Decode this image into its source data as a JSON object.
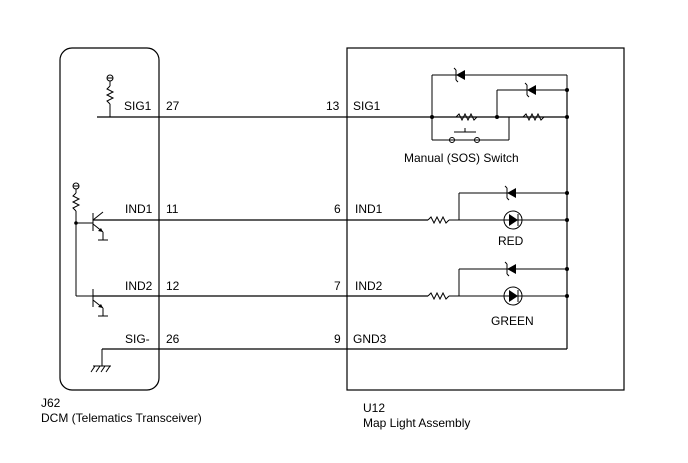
{
  "left_component": {
    "connector": "J62",
    "name": "DCM (Telematics Transceiver)"
  },
  "right_component": {
    "connector": "U12",
    "name": "Map Light Assembly"
  },
  "wires": [
    {
      "left_label": "SIG1",
      "left_pin": "27",
      "right_pin": "13",
      "right_label": "SIG1"
    },
    {
      "left_label": "IND1",
      "left_pin": "11",
      "right_pin": "6",
      "right_label": "IND1"
    },
    {
      "left_label": "IND2",
      "left_pin": "12",
      "right_pin": "7",
      "right_label": "IND2"
    },
    {
      "left_label": "SIG-",
      "left_pin": "26",
      "right_pin": "9",
      "right_label": "GND3"
    }
  ],
  "switch_label": "Manual (SOS) Switch",
  "led_labels": {
    "red": "RED",
    "green": "GREEN"
  }
}
